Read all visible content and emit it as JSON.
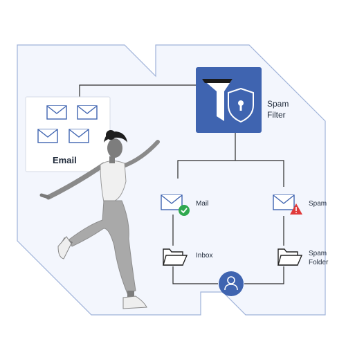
{
  "email_card": {
    "label": "Email"
  },
  "spam_filter": {
    "label_line1": "Spam",
    "label_line2": "Filter"
  },
  "branches": {
    "mail": {
      "label": "Mail",
      "status_icon": "check-badge-icon"
    },
    "spam": {
      "label": "Spam",
      "status_icon": "warning-badge-icon"
    }
  },
  "destinations": {
    "inbox": {
      "label": "Inbox"
    },
    "spam_folder": {
      "label_line1": "Spam",
      "label_line2": "Folder"
    }
  },
  "user": {
    "icon": "user-icon"
  },
  "colors": {
    "brand_blue": "#3f64b0",
    "background_panel": "#f3f6fd",
    "panel_border": "#9fb2d9",
    "success_green": "#2fa84f",
    "danger_red": "#e03a3a",
    "line": "#2b2b2b"
  }
}
